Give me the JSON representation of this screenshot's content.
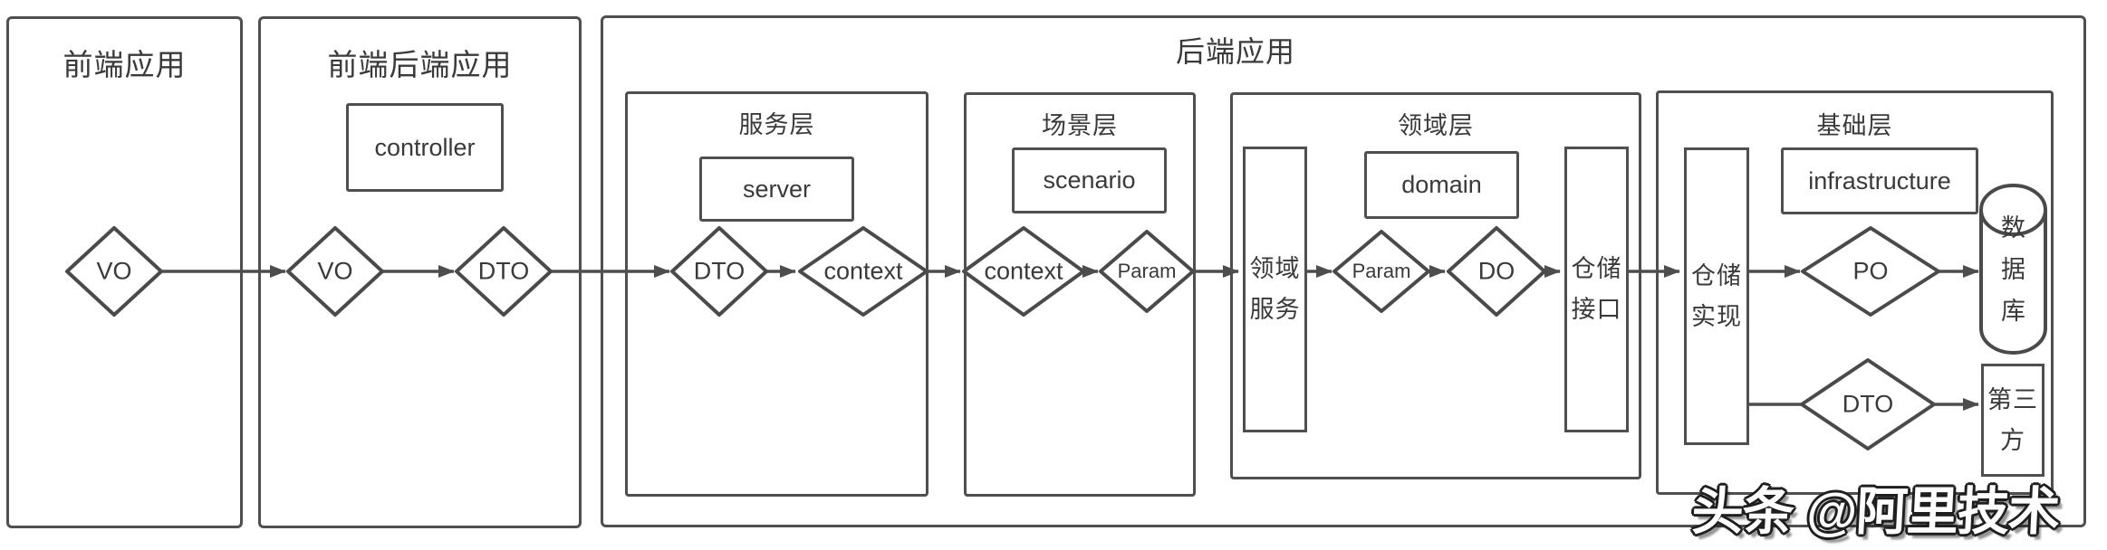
{
  "page": {
    "background": "#ffffff",
    "line_color": "#4d4d4d",
    "border_color": "#4f4f4f",
    "text_color": "#3a3a3a"
  },
  "watermark": {
    "text": "头条 @阿里技术"
  },
  "frontend_app": {
    "title": "前端应用",
    "diamonds": {
      "vo": "VO"
    }
  },
  "frontend_backend_app": {
    "title": "前端后端应用",
    "controller_label": "controller",
    "diamonds": {
      "vo": "VO",
      "dto": "DTO"
    }
  },
  "backend_app": {
    "title": "后端应用",
    "service_layer": {
      "title": "服务层",
      "component": "server",
      "diamonds": {
        "dto": "DTO",
        "context": "context"
      }
    },
    "scenario_layer": {
      "title": "场景层",
      "component": "scenario",
      "diamonds": {
        "context": "context",
        "param": "Param"
      }
    },
    "domain_layer": {
      "title": "领域层",
      "component": "domain",
      "domain_service": "领域服务",
      "repo_interface": "仓储接口",
      "diamonds": {
        "param": "Param",
        "do": "DO"
      }
    },
    "infra_layer": {
      "title": "基础层",
      "component": "infrastructure",
      "repo_impl": "仓储实现",
      "database": "数据库",
      "third_party": "第三方",
      "diamonds": {
        "po": "PO",
        "dto": "DTO"
      }
    }
  }
}
